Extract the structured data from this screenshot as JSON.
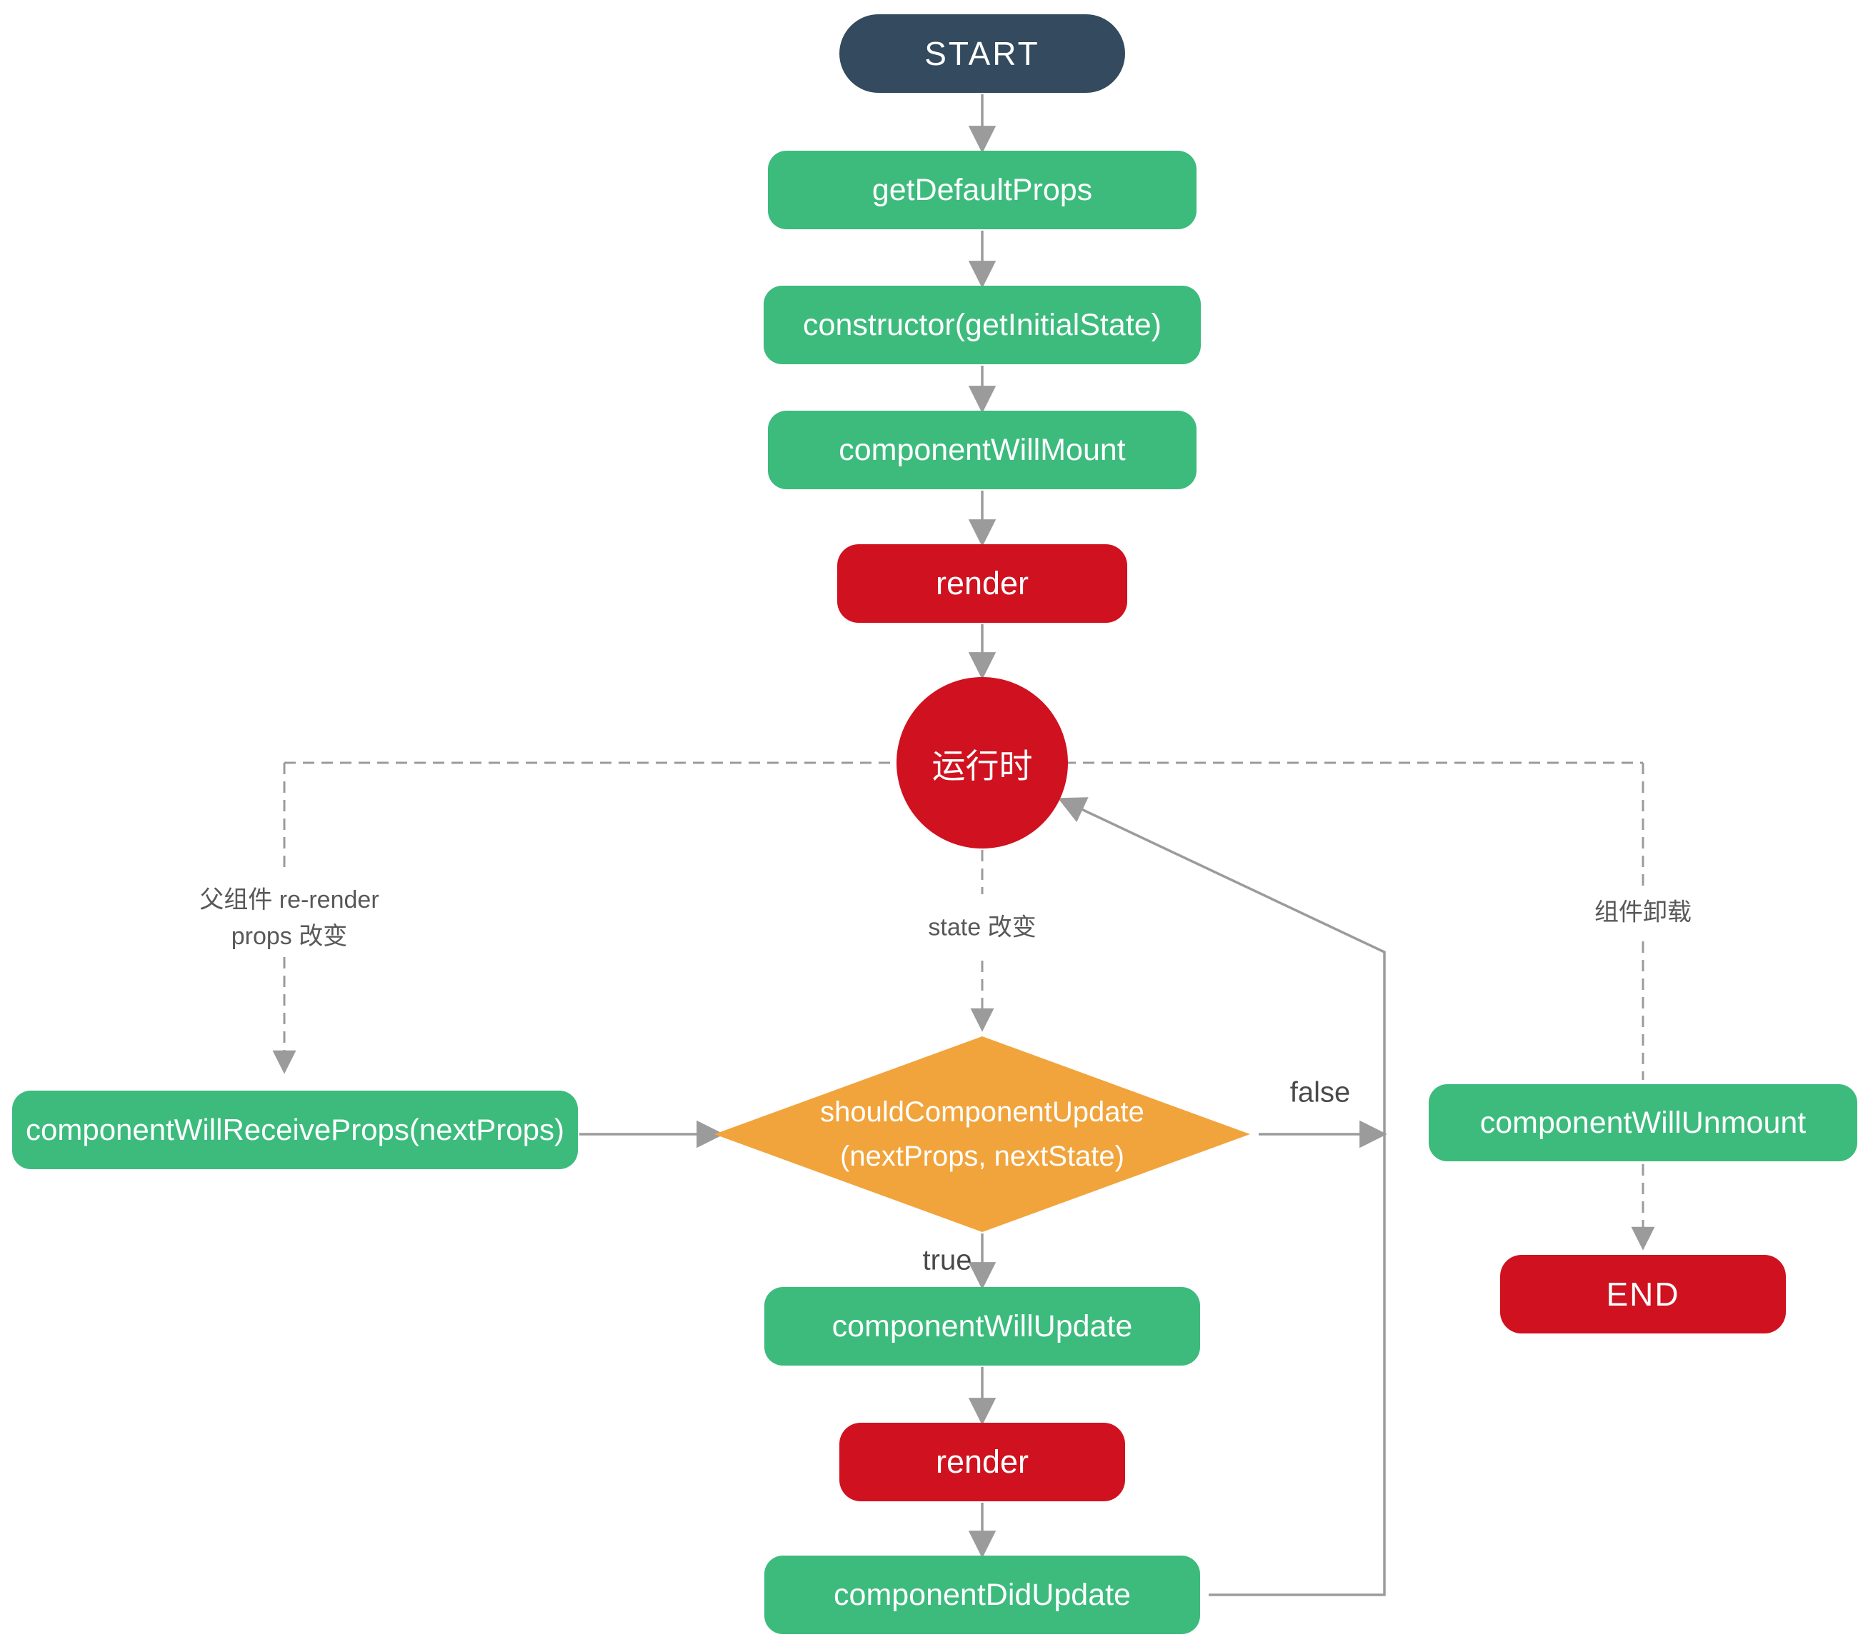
{
  "diagram_type": "flowchart",
  "nodes": {
    "start": {
      "label": "START",
      "shape": "pill",
      "color": "#344a5e"
    },
    "get_default_props": {
      "label": "getDefaultProps",
      "shape": "rounded-rect",
      "color": "#3cbb7d"
    },
    "ctor": {
      "label": "constructor(getInitialState)",
      "shape": "rounded-rect",
      "color": "#3cbb7d"
    },
    "component_will_mount": {
      "label": "componentWillMount",
      "shape": "rounded-rect",
      "color": "#3cbb7d"
    },
    "render_mount": {
      "label": "render",
      "shape": "rounded-rect",
      "color": "#d0111f"
    },
    "runtime": {
      "label": "运行时",
      "shape": "circle",
      "color": "#d0111f"
    },
    "component_will_receive_props": {
      "label": "componentWillReceiveProps(nextProps)",
      "shape": "rounded-rect",
      "color": "#3cbb7d"
    },
    "should_component_update": {
      "label_line1": "shouldComponentUpdate",
      "label_line2": "(nextProps, nextState)",
      "shape": "diamond",
      "color": "#f1a43c"
    },
    "component_will_update": {
      "label": "componentWillUpdate",
      "shape": "rounded-rect",
      "color": "#3cbb7d"
    },
    "render_update": {
      "label": "render",
      "shape": "rounded-rect",
      "color": "#d0111f"
    },
    "component_did_update": {
      "label": "componentDidUpdate",
      "shape": "rounded-rect",
      "color": "#3cbb7d"
    },
    "component_will_unmount": {
      "label": "componentWillUnmount",
      "shape": "rounded-rect",
      "color": "#3cbb7d"
    },
    "end": {
      "label": "END",
      "shape": "rounded-rect",
      "color": "#d0111f"
    }
  },
  "edge_labels": {
    "parent_rerender_line1": "父组件 re-render",
    "parent_rerender_line2": "props 改变",
    "state_change": "state 改变",
    "unmount": "组件卸载",
    "true_branch": "true",
    "false_branch": "false"
  },
  "colors": {
    "start_fill": "#344a5e",
    "process_fill": "#3cbb7d",
    "highlight_fill": "#d0111f",
    "decision_fill": "#f1a43c",
    "node_text": "#ffffff",
    "connector": "#9b9b9b",
    "edge_label_text": "#585858",
    "branch_label_text": "#4a4a4a",
    "background": "#ffffff"
  }
}
